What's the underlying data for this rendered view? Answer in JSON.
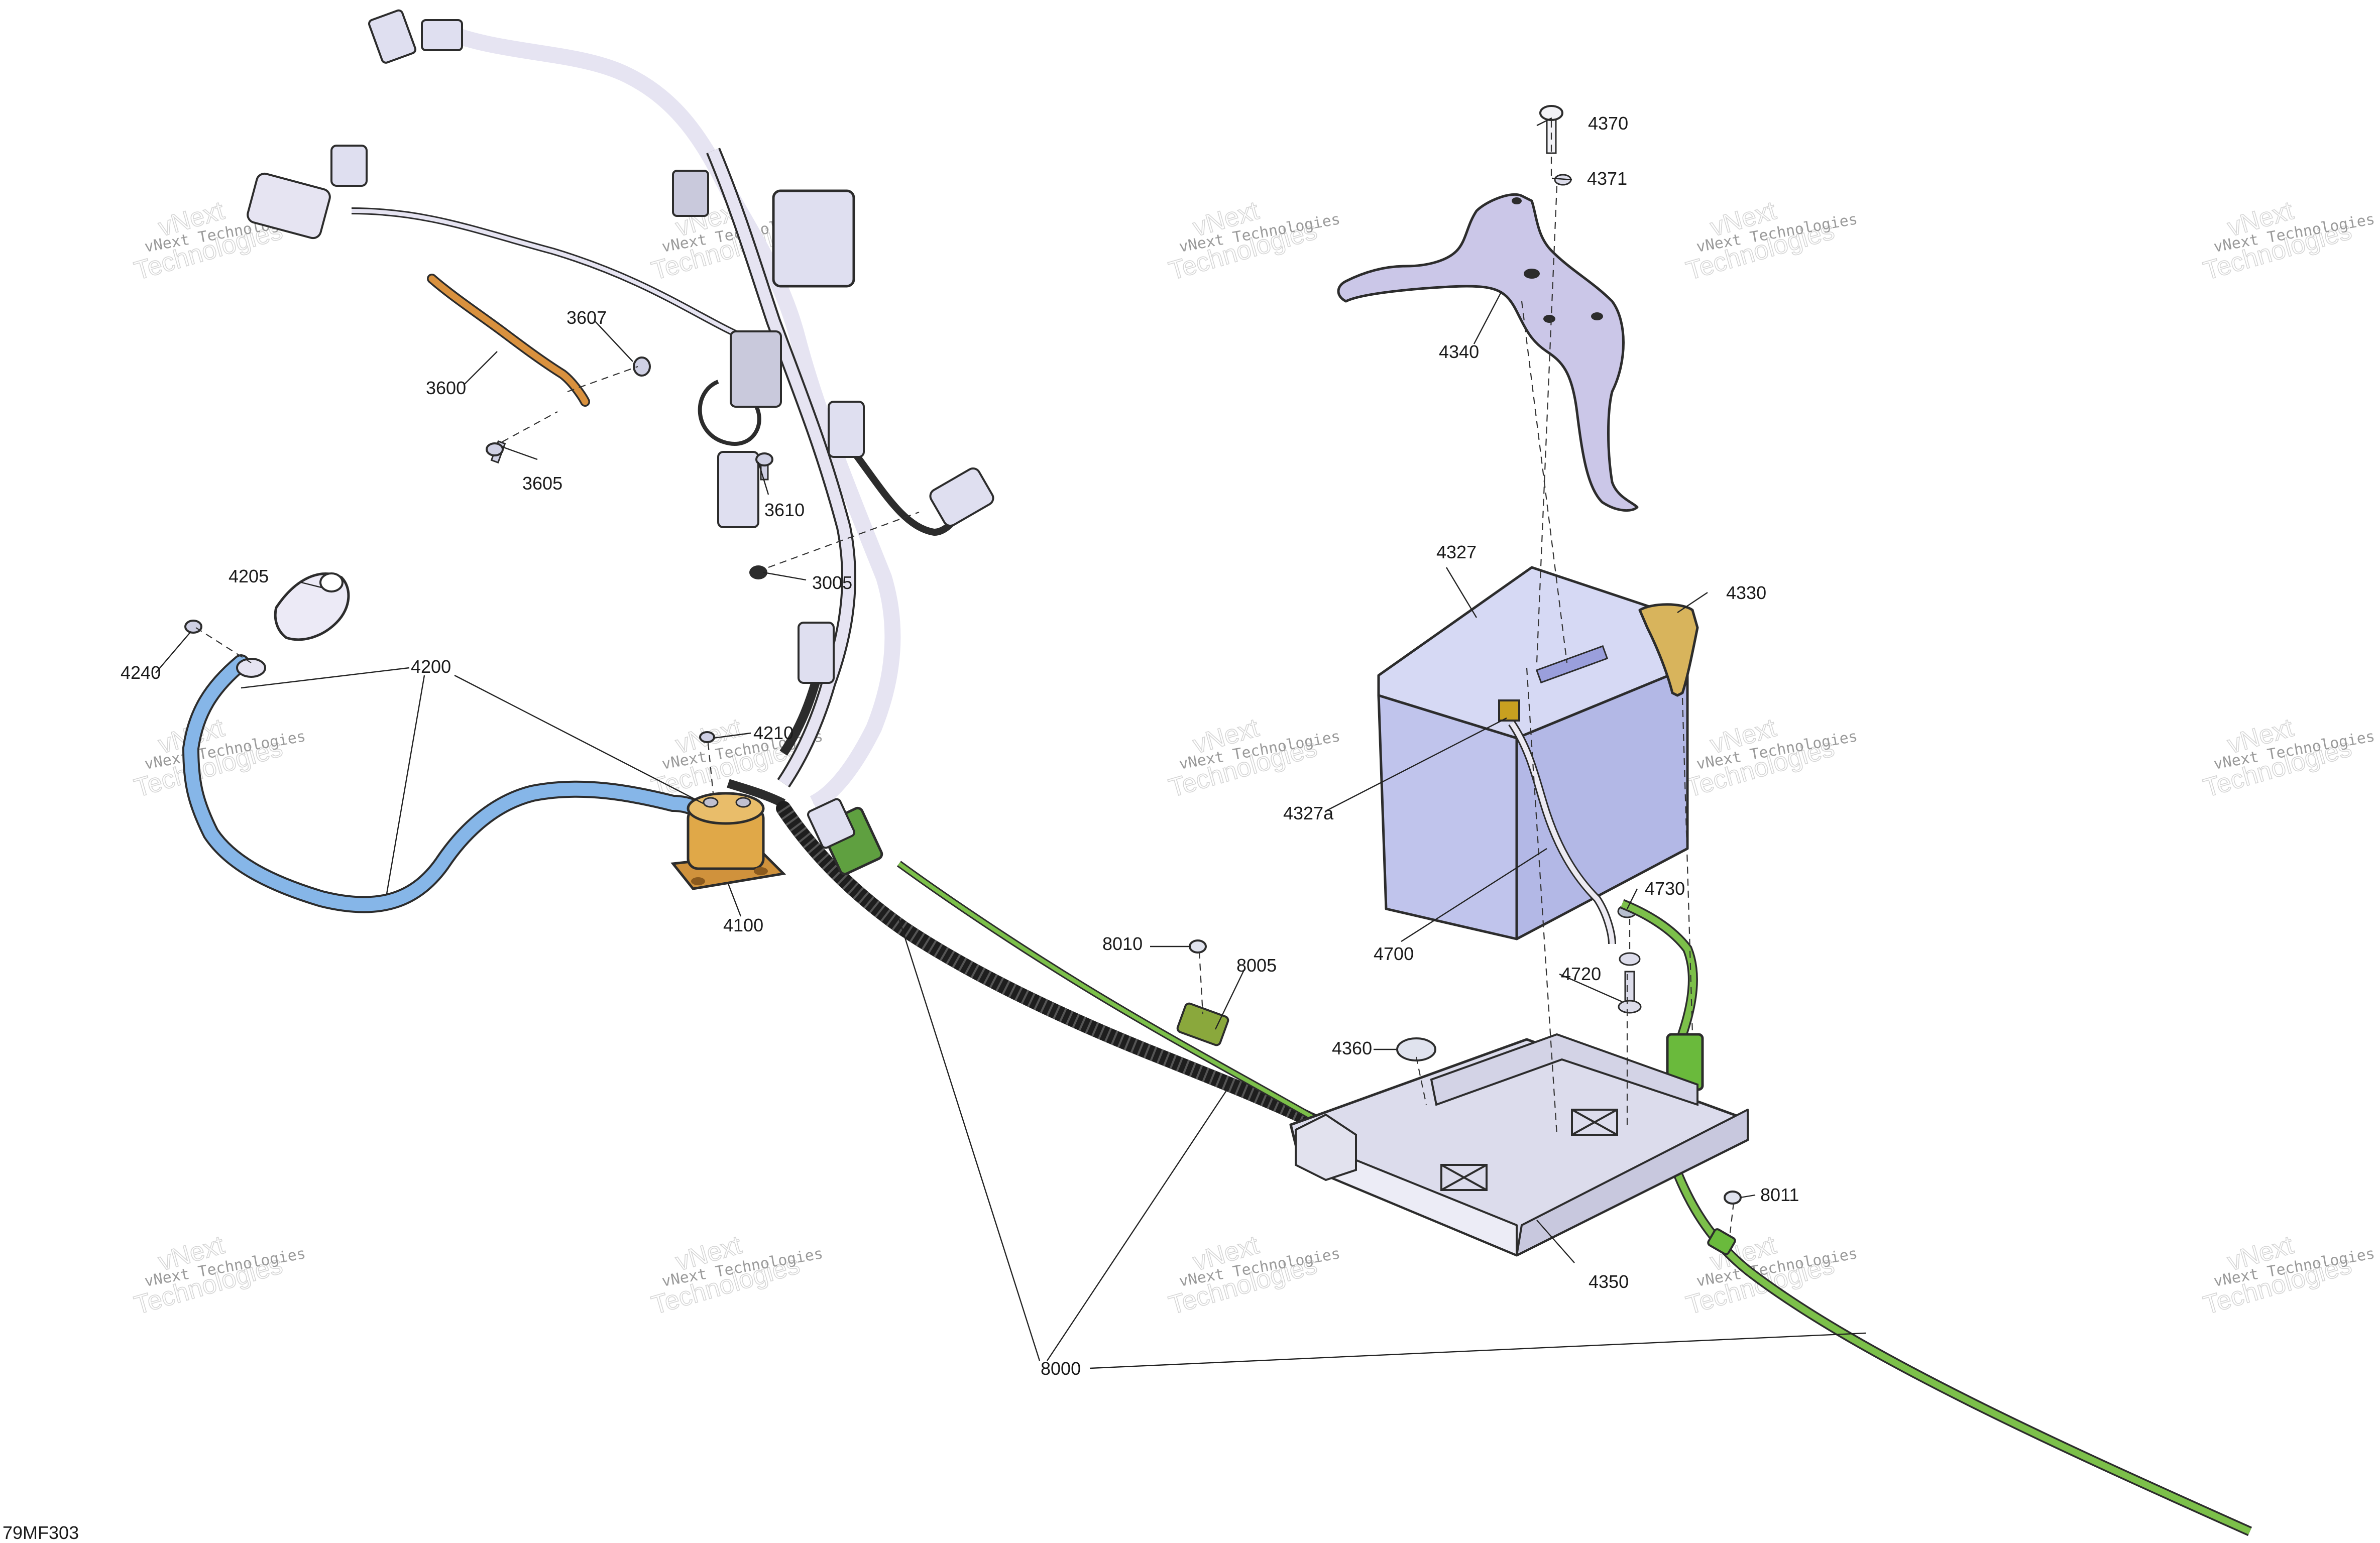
{
  "diagram_code": "79MF303",
  "watermark": {
    "line1": "vNext Technologies",
    "line2": "vNext",
    "line3": "Technologies"
  },
  "callouts": {
    "c3005": "3005",
    "c3600": "3600",
    "c3605": "3605",
    "c3607": "3607",
    "c3610": "3610",
    "c4100": "4100",
    "c4200": "4200",
    "c4205": "4205",
    "c4210": "4210",
    "c4240": "4240",
    "c4327": "4327",
    "c4327a": "4327a",
    "c4330": "4330",
    "c4340": "4340",
    "c4350": "4350",
    "c4360": "4360",
    "c4370": "4370",
    "c4371": "4371",
    "c4700": "4700",
    "c4720": "4720",
    "c4730": "4730",
    "c8000": "8000",
    "c8005": "8005",
    "c8010": "8010",
    "c8011": "8011"
  },
  "colors": {
    "harness": "#e6e4f2",
    "battery": "#c9cdf2",
    "bracket": "#cbc7e8",
    "tray": "#d8d8e8",
    "ground_cable": "#7cc04a",
    "positive_cable": "#86b6e8",
    "solenoid": "#e0a848",
    "cover": "#d8b45c",
    "strap": "#d9913e",
    "loom": "#222222"
  }
}
